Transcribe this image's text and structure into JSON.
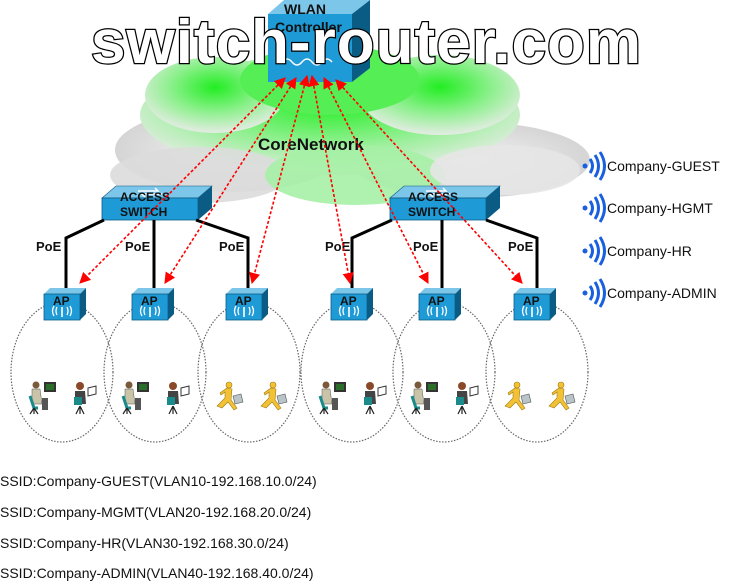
{
  "diagram": {
    "controller": {
      "line1": "WLAN",
      "line2": "Controller"
    },
    "core_network_label": "CoreNetwork",
    "access_switches": [
      {
        "line1": "ACCESS",
        "line2": "SWITCH"
      },
      {
        "line1": "ACCESS",
        "line2": "SWITCH"
      }
    ],
    "poe_label": "PoE",
    "aps": [
      {
        "label": "AP",
        "clients": [
          "desktop-user",
          "laptop-user"
        ]
      },
      {
        "label": "AP",
        "clients": [
          "desktop-user",
          "laptop-user"
        ]
      },
      {
        "label": "AP",
        "clients": [
          "walking-user",
          "walking-user"
        ]
      },
      {
        "label": "AP",
        "clients": [
          "desktop-user",
          "laptop-user"
        ]
      },
      {
        "label": "AP",
        "clients": [
          "desktop-user",
          "laptop-user"
        ]
      },
      {
        "label": "AP",
        "clients": [
          "walking-user",
          "walking-user"
        ]
      }
    ],
    "colors": {
      "device_blue": "#1e9bd7",
      "device_dark": "#0b5c85",
      "tunnel_red": "#ff0000",
      "cloud_green": "#33ee33",
      "cloud_gray": "#d8d8d8",
      "wifi_blue": "#1a5fe0"
    }
  },
  "legend": {
    "icon": "wifi-signal-icon",
    "ssids": [
      "Company-GUEST",
      "Company-HGMT",
      "Company-HR",
      "Company-ADMIN"
    ]
  },
  "ssid_list": [
    "SSID:Company-GUEST(VLAN10-192.168.10.0/24)",
    "SSID:Company-MGMT(VLAN20-192.168.20.0/24)",
    "SSID:Company-HR(VLAN30-192.168.30.0/24)",
    "SSID:Company-ADMIN(VLAN40-192.168.40.0/24)"
  ],
  "watermark": "switch-router.com"
}
